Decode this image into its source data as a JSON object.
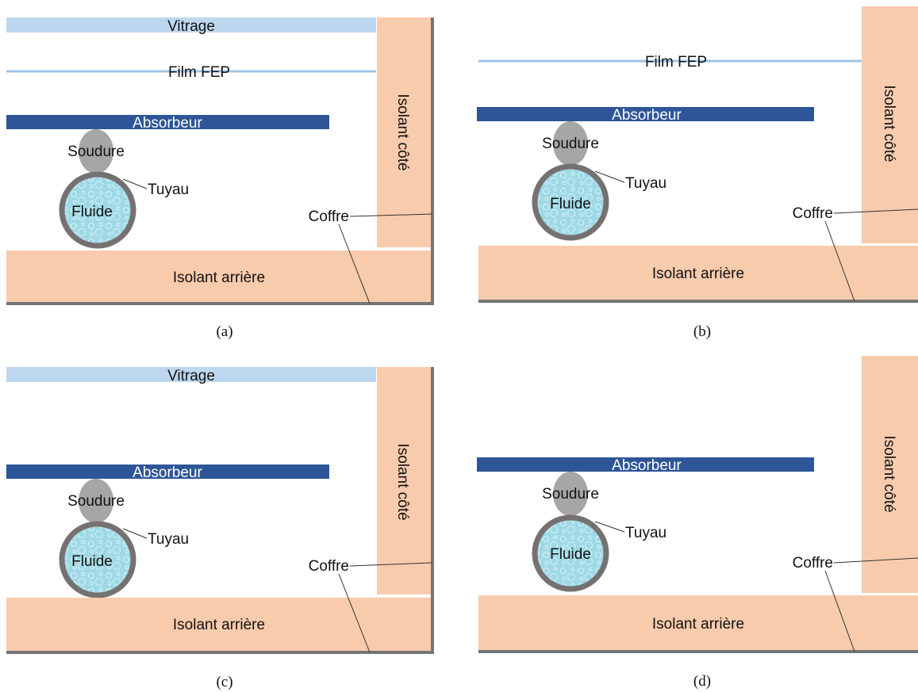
{
  "colors": {
    "vitrage": "#bdd7ee",
    "film": "#9dc3e6",
    "absorbeur": "#2e5597",
    "insulation": "#f8cbad",
    "coffre": "#757575",
    "soudure": "#a6a6a6",
    "pipe_wall": "#767171",
    "fluid": "#9fd9e6",
    "bubble": "#d9f3f9"
  },
  "panels": [
    {
      "caption": "(a)",
      "labels": {
        "vitrage": "Vitrage",
        "film": "Film FEP",
        "absorbeur": "Absorbeur",
        "soudure": "Soudure",
        "tuyau": "Tuyau",
        "fluide": "Fluide",
        "isolant_cote": "Isolant côté",
        "coffre": "Coffre",
        "isolant_arriere": "Isolant arrière"
      }
    },
    {
      "caption": "(b)",
      "labels": {
        "film": "Film FEP",
        "absorbeur": "Absorbeur",
        "soudure": "Soudure",
        "tuyau": "Tuyau",
        "fluide": "Fluide",
        "isolant_cote": "Isolant côté",
        "coffre": "Coffre",
        "isolant_arriere": "Isolant arrière"
      }
    },
    {
      "caption": "(c)",
      "labels": {
        "vitrage": "Vitrage",
        "absorbeur": "Absorbeur",
        "soudure": "Soudure",
        "tuyau": "Tuyau",
        "fluide": "Fluide",
        "isolant_cote": "Isolant côté",
        "coffre": "Coffre",
        "isolant_arriere": "Isolant arrière"
      }
    },
    {
      "caption": "(d)",
      "labels": {
        "absorbeur": "Absorbeur",
        "soudure": "Soudure",
        "tuyau": "Tuyau",
        "fluide": "Fluide",
        "isolant_cote": "Isolant côté",
        "coffre": "Coffre",
        "isolant_arriere": "Isolant arrière"
      }
    }
  ]
}
